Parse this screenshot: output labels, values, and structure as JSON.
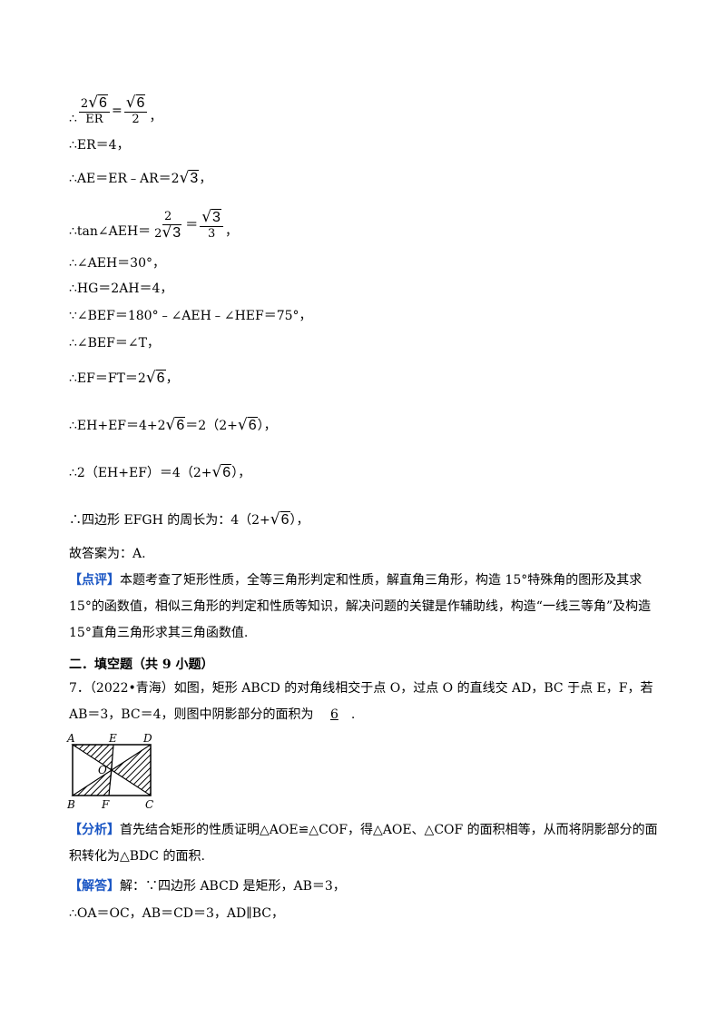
{
  "lines": {
    "l1_pre": "∴",
    "l1_num1": "2",
    "l1_num1_rad": "6",
    "l1_den1": "ER",
    "l1_eq": "=",
    "l1_num2_rad": "6",
    "l1_den2": "2",
    "l1_post": "，",
    "l2": "∴ER＝4，",
    "l3_pre": "∴AE＝ER﹣AR＝2",
    "l3_rad": "3",
    "l3_post": "，",
    "l4_pre": "∴tan∠AEH＝",
    "l4_num1": "2",
    "l4_den1_a": "2",
    "l4_den1_rad": "3",
    "l4_eq": "＝",
    "l4_num2_rad": "3",
    "l4_den2": "3",
    "l4_post": "，",
    "l5": "∴∠AEH＝30°，",
    "l6": "∴HG＝2AH＝4，",
    "l7": "∵∠BEF＝180°﹣∠AEH﹣∠HEF＝75°，",
    "l8": "∴∠BEF＝∠T，",
    "l9_pre": "∴EF＝FT＝2",
    "l9_rad": "6",
    "l9_post": "，",
    "l10_pre": "∴EH+EF＝4+2",
    "l10_rad1": "6",
    "l10_mid": "＝2（2+",
    "l10_rad2": "6",
    "l10_post": "），",
    "l11_pre": "∴2（EH+EF）＝4（2+",
    "l11_rad": "6",
    "l11_post": "），",
    "l12_pre": "∴四边形 EFGH 的周长为：4（2+",
    "l12_rad": "6",
    "l12_post": "），",
    "answer": "故答案为：A."
  },
  "review": {
    "tag": "【点评】",
    "text": "本题考查了矩形性质，全等三角形判定和性质，解直角三角形，构造 15°特殊角的图形及其求 15°的函数值，相似三角形的判定和性质等知识，解决问题的关键是作辅助线，构造“一线三等角”及构造 15°直角三角形求其三角函数值."
  },
  "section_heading": "二．填空题（共 9 小题）",
  "q7": {
    "text_a": "7．（2022•青海）如图，矩形 ABCD 的对角线相交于点 O，过点 O 的直线交 AD，BC 于点 E，F，若 AB＝3，BC＝4，则图中阴影部分的面积为",
    "answer": "6",
    "text_b": "."
  },
  "figure": {
    "labels": [
      "A",
      "E",
      "D",
      "O",
      "B",
      "F",
      "C"
    ]
  },
  "analysis": {
    "tag": "【分析】",
    "text": "首先结合矩形的性质证明△AOE≌△COF，得△AOE、△COF 的面积相等，从而将阴影部分的面积转化为△BDC 的面积."
  },
  "solution": {
    "tag": "【解答】",
    "text": "解：∵四边形 ABCD 是矩形，AB＝3，"
  },
  "last_line": "∴OA＝OC，AB＝CD＝3，AD∥BC，"
}
